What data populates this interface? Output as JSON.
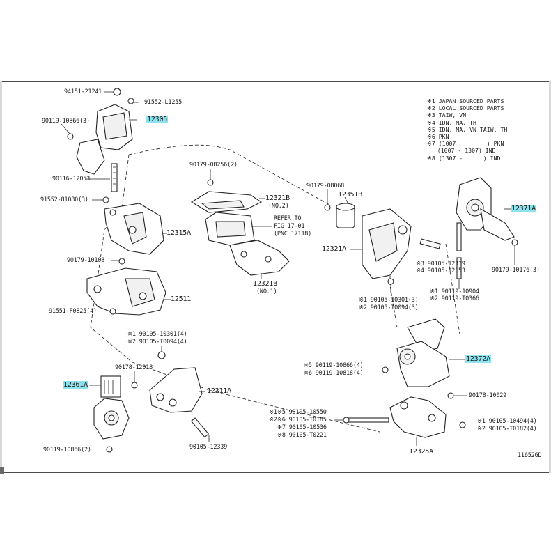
{
  "notes": [
    "※1 JAPAN SOURCED PARTS",
    "※2 LOCAL SOURCED PARTS",
    "※3 TAIW, VN",
    "※4 IDN, MA, TH",
    "※5 IDN, MA, VN TAIW, TH",
    "※6 PKN",
    "※7 (1007         ) PKN",
    "   (1007 - 1307) IND",
    "※8 (1307 -      ) IND"
  ],
  "labels": {
    "l1": "94151-21241",
    "l2": "91552-L1255",
    "l3": "90119-10866(3)",
    "l4": "12305",
    "l5": "90116-12053",
    "l6": "91552-81080(3)",
    "l7": "12315A",
    "l8": "90179-10108",
    "l9": "12511",
    "l10": "91551-F0825(4)",
    "l11": "90179-08256(2)",
    "l12": "12321B",
    "l13": "(NO.2)",
    "l14": "REFER TO",
    "l15": "FIG 17-01",
    "l16": "(PNC 17118)",
    "l17": "12321B",
    "l18": "(NO.1)",
    "l19": "90179-08068",
    "l20": "12351B",
    "l21": "12321A",
    "l22": "※3 90105-12339",
    "l23": "※4 90105-12153",
    "l24": "※1 90105-10301(3)",
    "l25": "※2 90105-T0094(3)",
    "l26": "12371A",
    "l27": "90179-10176(3)",
    "l28": "※1 90119-10904",
    "l29": "※2 90119-T0366",
    "l30": "※1 90105-10301(4)",
    "l31": "※2 90105-T0094(4)",
    "l32": "90178-12018",
    "l33": "12361A",
    "l34": "12311A",
    "l35": "90119-10866(2)",
    "l36": "90105-12339",
    "l37": "※5 90119-10866(4)",
    "l38": "※6 90119-10818(4)",
    "l39": "12372A",
    "l40": "90178-10029",
    "l41": "※1※5 90105-10550",
    "l42": "※2※6 90105-T0185",
    "l43": "※7 90105-10536",
    "l44": "※8 90105-T0221",
    "l45": "※1 90105-10494(4)",
    "l46": "※2 90105-T0182(4)",
    "l47": "12325A",
    "l48": "116526D"
  },
  "highlight_color": "#8ee4ee"
}
